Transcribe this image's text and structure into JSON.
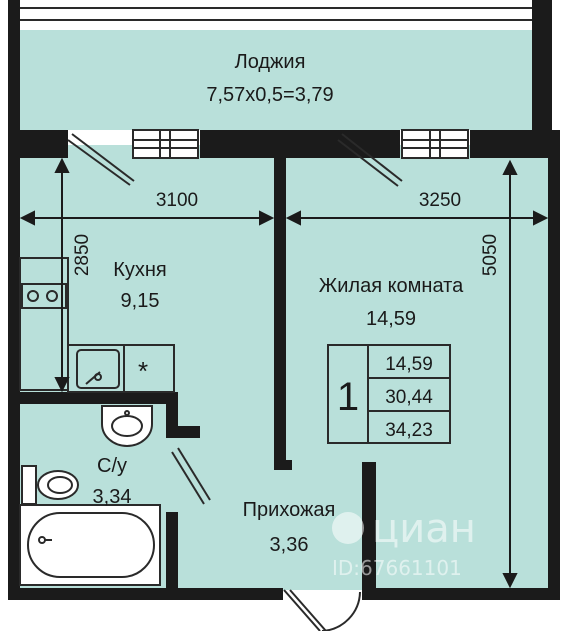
{
  "rooms": {
    "loggia": {
      "name": "Лоджия",
      "area": "7,57х0,5=3,79"
    },
    "kitchen": {
      "name": "Кухня",
      "area": "9,15"
    },
    "living": {
      "name": "Жилая комната",
      "area": "14,59"
    },
    "bathroom": {
      "name": "С/у",
      "area": "3,34"
    },
    "hallway": {
      "name": "Прихожая",
      "area": "3,36"
    }
  },
  "dimensions": {
    "kitchen_width": "3100",
    "living_width": "3250",
    "kitchen_depth": "2850",
    "living_depth": "5050"
  },
  "summary": {
    "rooms_count": "1",
    "living_area": "14,59",
    "total_area": "30,44",
    "total_with_loggia": "34,23"
  },
  "watermark": {
    "text": "циан",
    "id": "ID:67661101"
  },
  "colors": {
    "floor": "#b9e0da",
    "wall": "#1b1b1b",
    "line": "#2a2a2a"
  }
}
